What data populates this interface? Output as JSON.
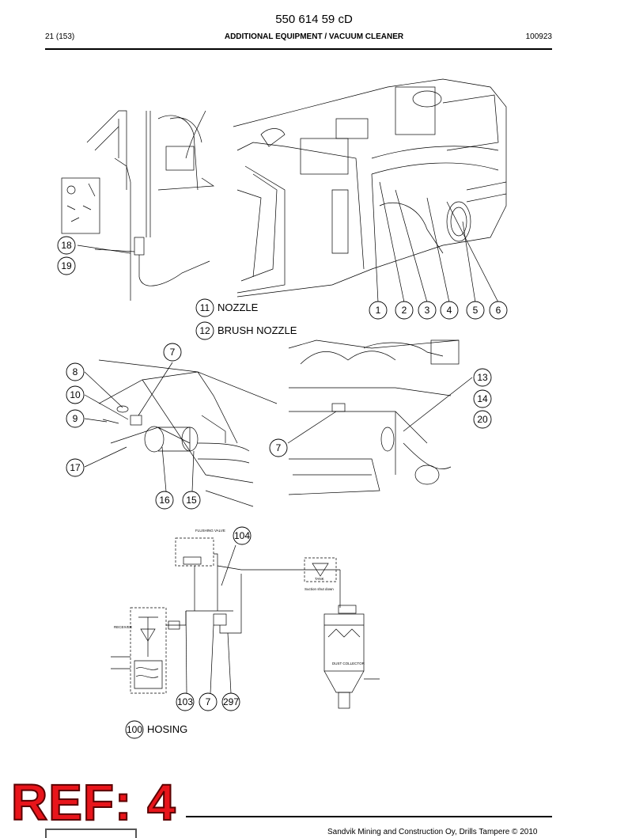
{
  "header": {
    "doc_number": "550 614 59 cD",
    "page": "21 (153)",
    "section": "ADDITIONAL EQUIPMENT / VACUUM CLEANER",
    "date_code": "100923"
  },
  "labels": {
    "nozzle": "NOZZLE",
    "brush_nozzle": "BRUSH NOZZLE",
    "hosing": "HOSING"
  },
  "callouts": {
    "top_left": [
      "18",
      "19"
    ],
    "top_right_row": [
      "1",
      "2",
      "3",
      "4",
      "5",
      "6"
    ],
    "nozzle": "11",
    "brush_nozzle": "12",
    "mid_left": [
      "7",
      "8",
      "10",
      "9",
      "17",
      "16",
      "15"
    ],
    "mid_right": [
      "13",
      "14",
      "20",
      "7"
    ],
    "schematic": [
      "104",
      "103",
      "7",
      "297"
    ],
    "hosing": "100"
  },
  "schematic_text": {
    "flushing_valve": "FLUSHING VALVE",
    "tank": "TANK",
    "suction_shut_down": "Suction shut down",
    "receiver": "RECEIVER",
    "dust_collector": "DUST COLLECTOR"
  },
  "footer": {
    "ref_stamp": "REF: 4",
    "copyright": "Sandvik Mining and Construction Oy, Drills Tampere © 2010"
  }
}
